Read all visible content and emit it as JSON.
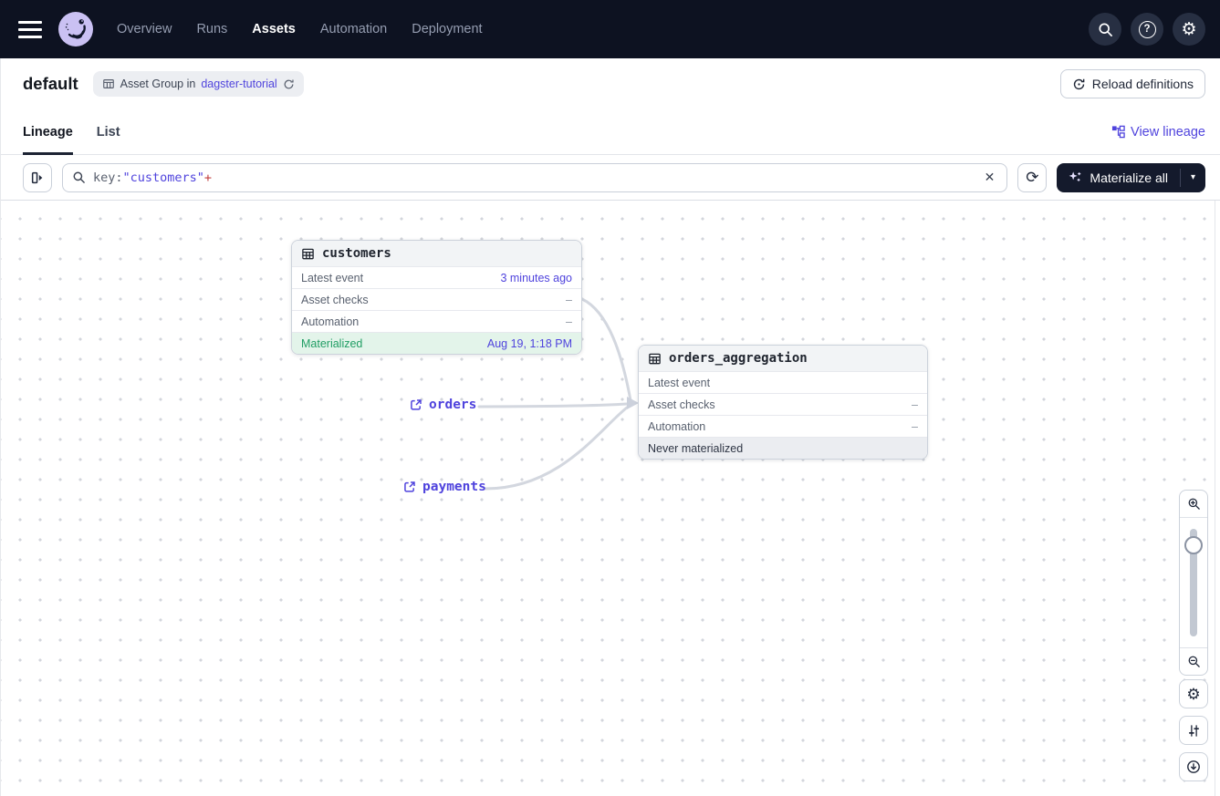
{
  "colors": {
    "navbar_bg": "#0d1221",
    "accent_link": "#4f43dd",
    "materialized_green": "#1f9d63",
    "materialized_row_bg": "#e3f4ea",
    "never_materialized_row_bg": "#ebedf1",
    "edge": "#d3d7df",
    "dark_button_bg": "#141a2c",
    "search_plus_red": "#c13c3c"
  },
  "navbar": {
    "items": [
      {
        "label": "Overview",
        "active": false
      },
      {
        "label": "Runs",
        "active": false
      },
      {
        "label": "Assets",
        "active": true
      },
      {
        "label": "Automation",
        "active": false
      },
      {
        "label": "Deployment",
        "active": false
      }
    ]
  },
  "header": {
    "title": "default",
    "badge": {
      "prefix": "Asset Group in",
      "link": "dagster-tutorial"
    },
    "reload_button": "Reload definitions"
  },
  "tabs": {
    "lineage": "Lineage",
    "list": "List",
    "view_lineage": "View lineage"
  },
  "toolbar": {
    "search": {
      "part_key": "key:",
      "part_value": "\"customers\"",
      "part_suffix": "+"
    },
    "materialize_label": "Materialize all"
  },
  "graph": {
    "nodes": [
      {
        "name": "customers",
        "rows": [
          {
            "label": "Latest event",
            "value": "3 minutes ago"
          },
          {
            "label": "Asset checks",
            "value": "–"
          },
          {
            "label": "Automation",
            "value": "–"
          }
        ],
        "status": {
          "label": "Materialized",
          "value": "Aug 19, 1:18 PM"
        }
      },
      {
        "name": "orders_aggregation",
        "rows": [
          {
            "label": "Latest event",
            "value": ""
          },
          {
            "label": "Asset checks",
            "value": "–"
          },
          {
            "label": "Automation",
            "value": "–"
          }
        ],
        "status": {
          "label": "Never materialized",
          "value": ""
        }
      }
    ],
    "external_assets": [
      {
        "label": "orders"
      },
      {
        "label": "payments"
      }
    ]
  },
  "icons": {
    "caret_down": "▾",
    "clear": "✕",
    "gear": "⚙",
    "refresh": "⟳"
  }
}
